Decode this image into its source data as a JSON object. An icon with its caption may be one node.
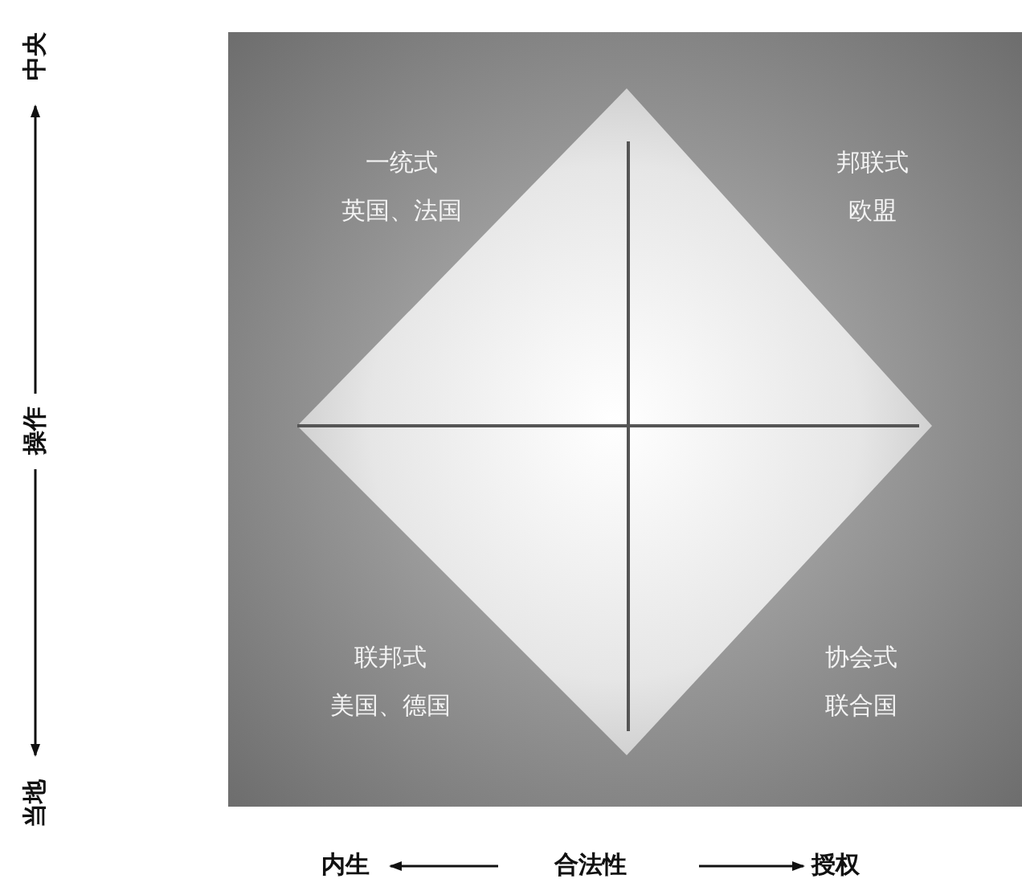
{
  "diagram": {
    "labels": [
      "中央",
      "一统式",
      "英国、法国",
      "邦联式",
      "欧盟",
      "操作",
      "联邦式",
      "美国、德国",
      "协会式",
      "联合国",
      "当地",
      "内生",
      "合法性",
      "授权"
    ]
  }
}
